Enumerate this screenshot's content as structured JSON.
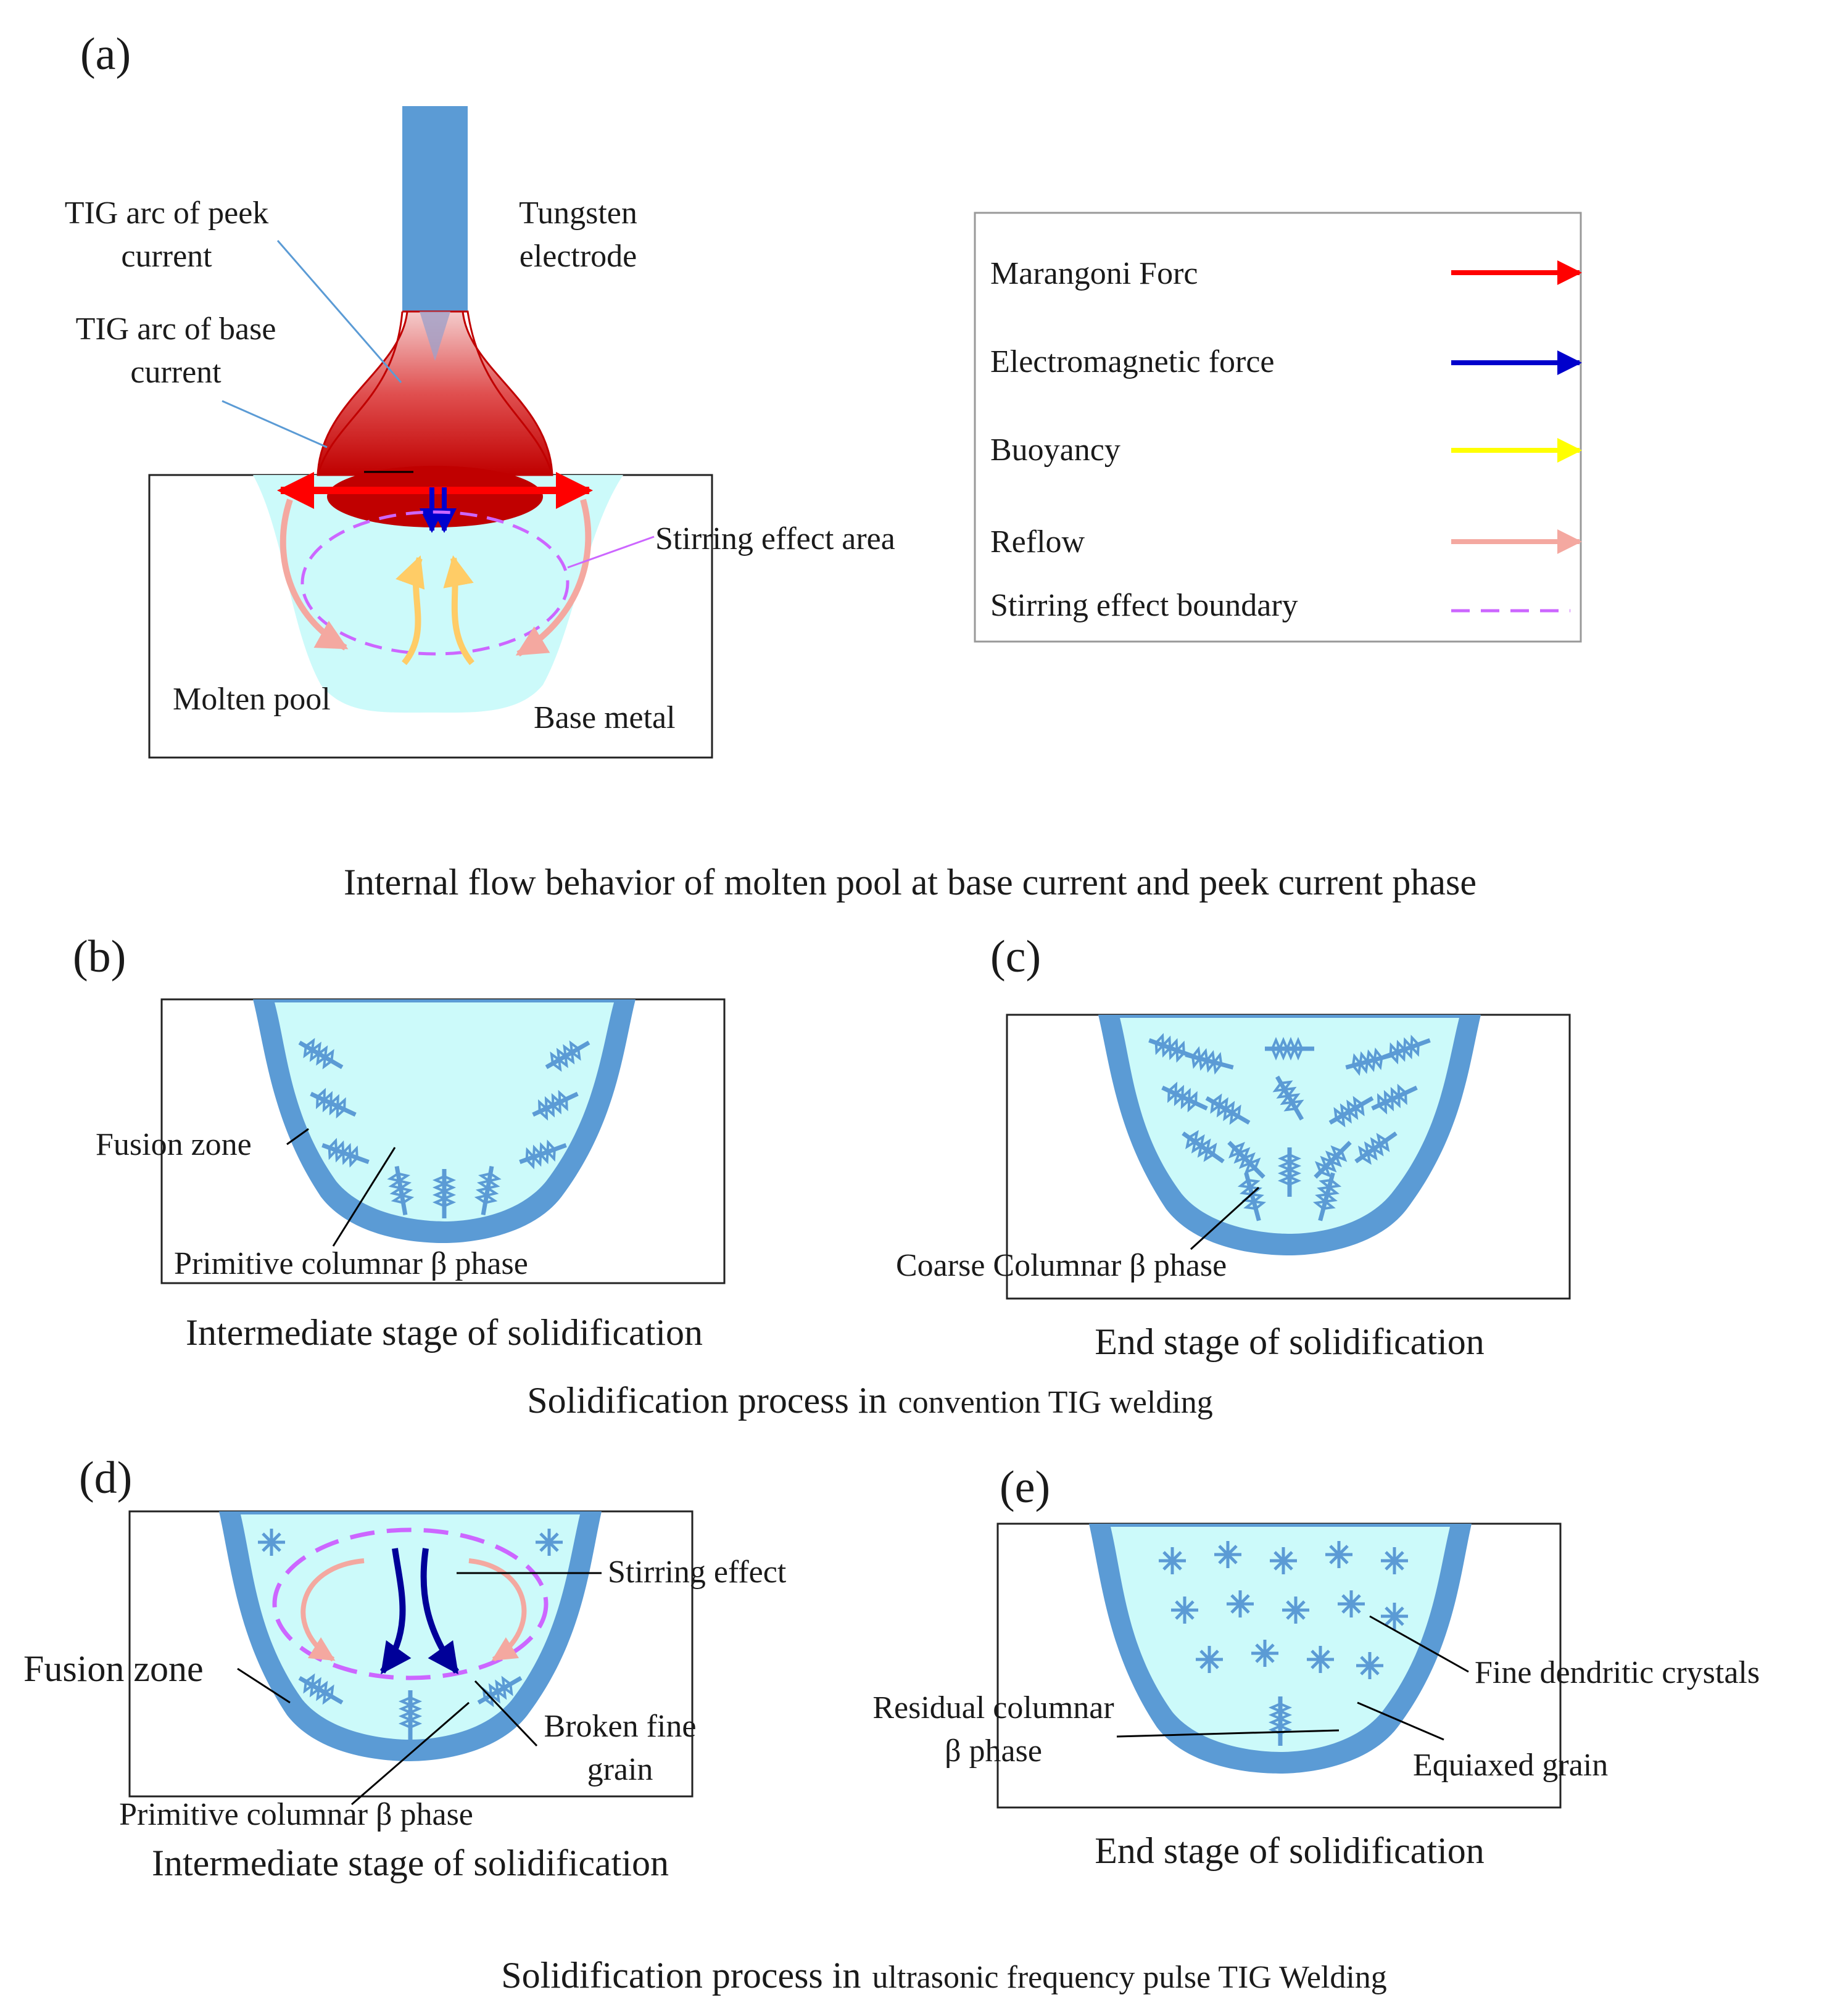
{
  "panels": {
    "a": {
      "label": "(a)",
      "tig_peek": [
        "TIG arc of peek",
        "current"
      ],
      "tig_base": [
        "TIG arc of base",
        "current"
      ],
      "electrode": [
        "Tungsten",
        "electrode"
      ],
      "stirring_area": "Stirring effect area",
      "molten_pool": "Molten pool",
      "base_metal": "Base metal",
      "caption": "Internal flow behavior of molten pool at base current and peek current phase"
    },
    "legend": {
      "items": [
        {
          "label": "Marangoni Forc",
          "color": "#ff0000"
        },
        {
          "label": "Electromagnetic force",
          "color": "#0000ff"
        },
        {
          "label": "Buoyancy",
          "color": "#ffff00"
        },
        {
          "label": "Reflow",
          "color": "#f4a8a0"
        },
        {
          "label": "Stirring effect boundary",
          "color": "#cc66ff"
        }
      ]
    },
    "b": {
      "label": "(b)",
      "fusion_zone": "Fusion zone",
      "columnar": "Primitive columnar β phase",
      "caption": "Intermediate stage of solidification"
    },
    "c": {
      "label": "(c)",
      "coarse": "Coarse Columnar β phase",
      "caption": "End stage of solidification"
    },
    "conventional_caption": {
      "part1": "Solidification process in",
      "part2": "convention TIG welding"
    },
    "d": {
      "label": "(d)",
      "stirring": "Stirring effect",
      "fusion_zone": "Fusion zone",
      "broken": [
        "Broken fine",
        "grain"
      ],
      "columnar": "Primitive columnar β phase",
      "caption": "Intermediate stage of solidification"
    },
    "e": {
      "label": "(e)",
      "fine": "Fine dendritic crystals",
      "residual": [
        "Residual columnar",
        "β phase"
      ],
      "equiaxed": "Equiaxed grain",
      "caption": "End stage of solidification"
    },
    "ultrasonic_caption": {
      "part1": "Solidification process in",
      "part2": "ultrasonic frequency pulse TIG Welding"
    }
  },
  "colors": {
    "pool": "#ccfafa",
    "fusion": "#5b9bd5",
    "arc": "#c00000",
    "electrode": "#5b9bd5"
  }
}
